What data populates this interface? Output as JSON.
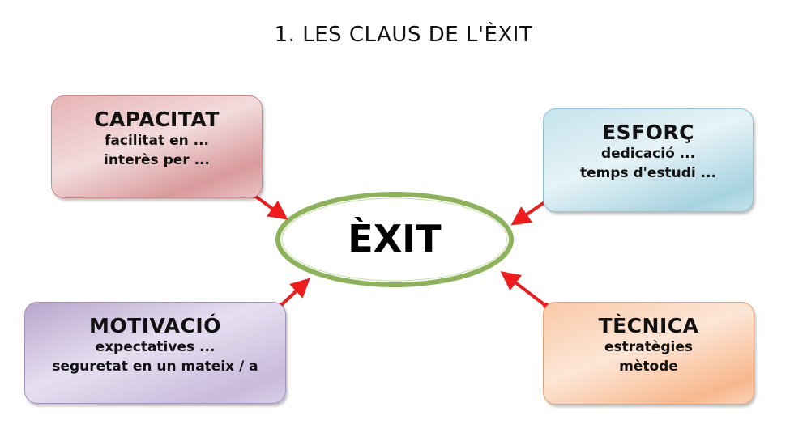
{
  "title": "1. LES CLAUS DE L'ÈXIT",
  "center": "ÈXIT",
  "boxes": {
    "capacitat": {
      "heading": "CAPACITAT",
      "lines": [
        "facilitat en ...",
        "interès per ..."
      ]
    },
    "esforc": {
      "heading": "ESFORÇ",
      "lines": [
        "dedicació ...",
        "temps d'estudi ..."
      ]
    },
    "motivacio": {
      "heading": "MOTIVACIÓ",
      "lines": [
        "expectatives ...",
        "seguretat en un mateix / a"
      ]
    },
    "tecnica": {
      "heading": "TÈCNICA",
      "lines": [
        "estratègies",
        "mètode"
      ]
    }
  },
  "colors": {
    "arrow": "#ee1c1c",
    "ellipse": "#8db35a"
  }
}
